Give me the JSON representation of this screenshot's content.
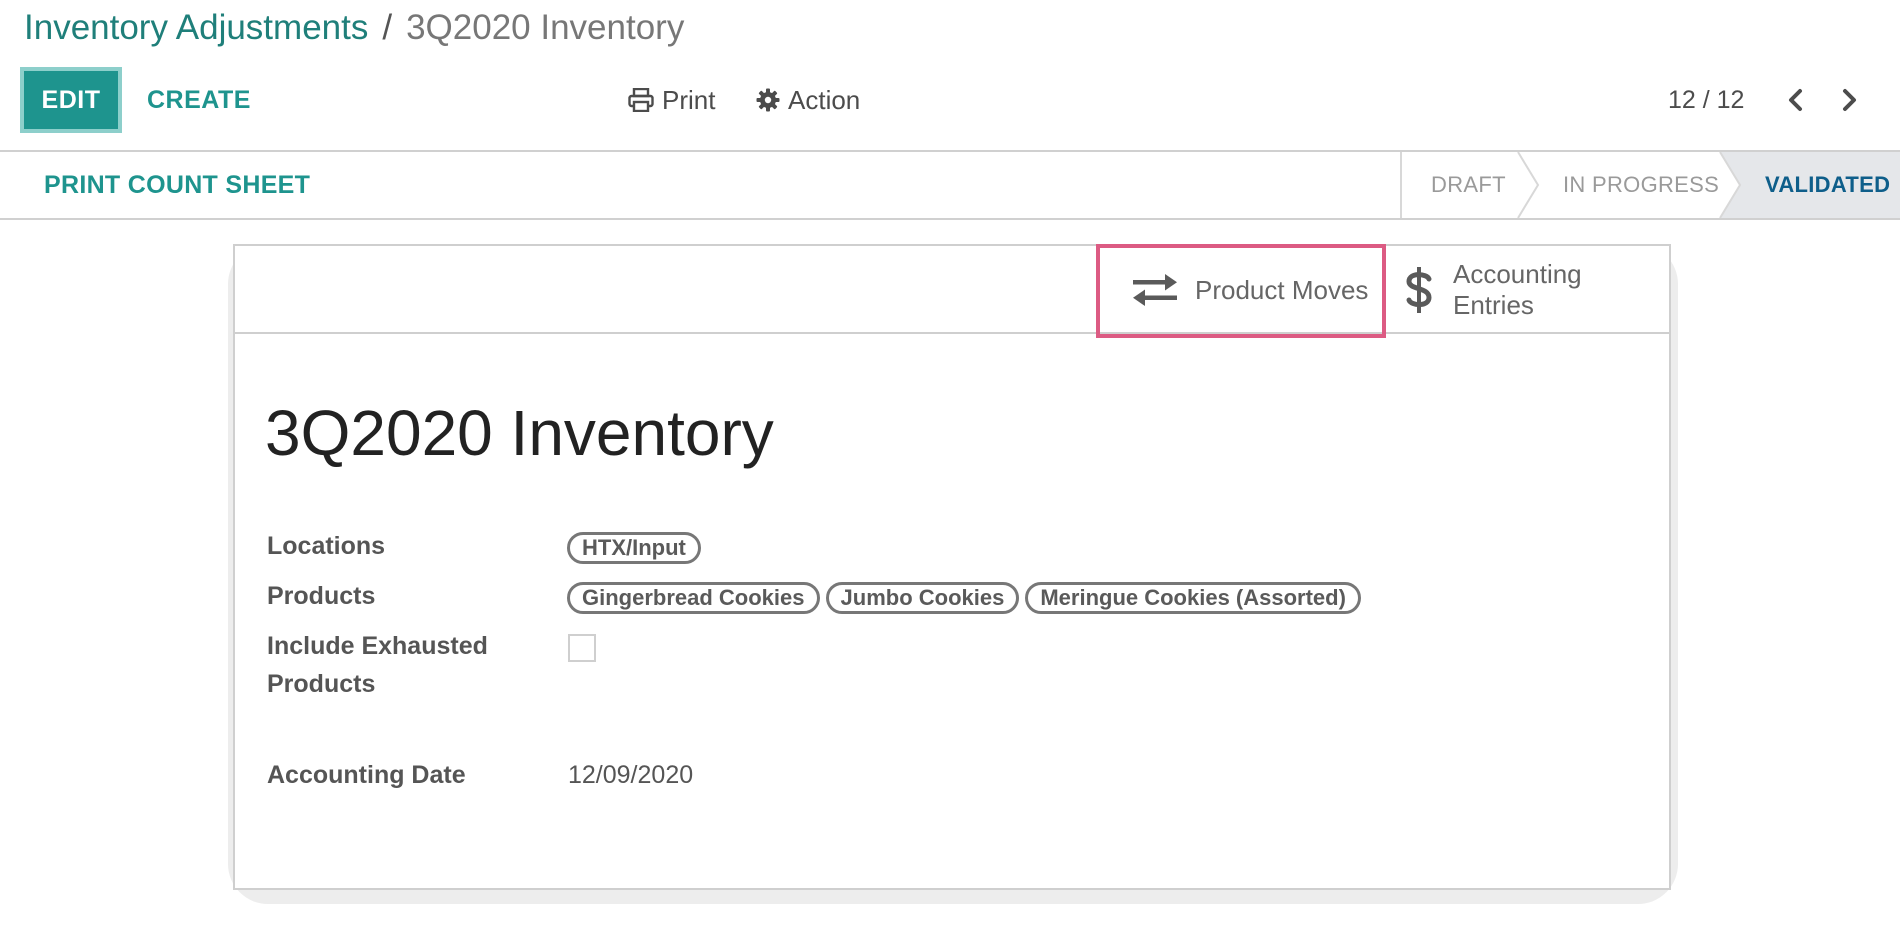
{
  "breadcrumb": {
    "parent": "Inventory Adjustments",
    "separator": "/",
    "current": "3Q2020 Inventory"
  },
  "toolbar": {
    "edit_label": "EDIT",
    "create_label": "CREATE",
    "print_label": "Print",
    "action_label": "Action"
  },
  "pager": {
    "value": "12 / 12"
  },
  "statusbar": {
    "print_count_sheet_label": "PRINT COUNT SHEET",
    "stages": [
      {
        "label": "DRAFT",
        "active": false
      },
      {
        "label": "IN PROGRESS",
        "active": false
      },
      {
        "label": "VALIDATED",
        "active": true
      }
    ]
  },
  "smart_buttons": {
    "product_moves_label": "Product Moves",
    "accounting_entries_line1": "Accounting",
    "accounting_entries_line2": "Entries"
  },
  "record": {
    "title": "3Q2020 Inventory",
    "locations_label": "Locations",
    "locations": [
      "HTX/Input"
    ],
    "products_label": "Products",
    "products": [
      "Gingerbread Cookies",
      "Jumbo Cookies",
      "Meringue Cookies (Assorted)"
    ],
    "include_exhausted_label_line1": "Include Exhausted",
    "include_exhausted_label_line2": "Products",
    "include_exhausted_checked": false,
    "accounting_date_label": "Accounting Date",
    "accounting_date": "12/09/2020"
  },
  "colors": {
    "primary": "#1e948e",
    "highlight": "#dc5b83",
    "active_stage": "#0e5e8a"
  },
  "icons": {
    "print": "printer-icon",
    "action": "gear-icon",
    "pager_prev": "chevron-left-icon",
    "pager_next": "chevron-right-icon",
    "product_moves": "exchange-arrows-icon",
    "accounting_entries": "dollar-icon"
  }
}
